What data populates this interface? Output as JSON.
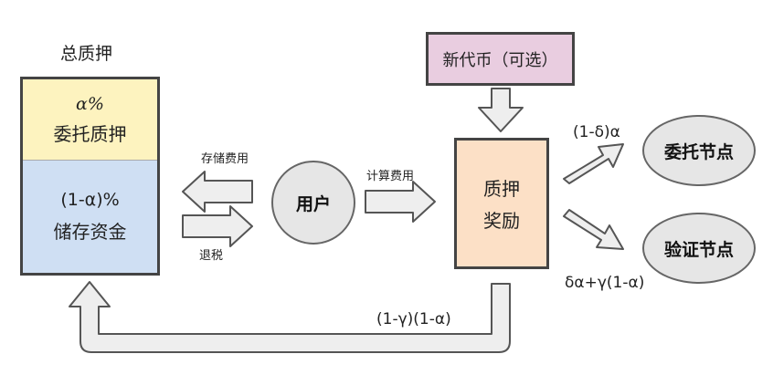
{
  "total_stake": {
    "title": "总质押"
  },
  "stake_column": {
    "delegated": {
      "percent": "α%",
      "label": "委托质押"
    },
    "storage": {
      "percent": "(1-α)%",
      "label": "储存资金"
    }
  },
  "user": {
    "label": "用户"
  },
  "labels": {
    "storage_fee": "存储费用",
    "refund": "退税",
    "compute_fee": "计算费用",
    "bottom_ratio": "(1-γ)(1-α)",
    "delegate_ratio": "(1-δ)α",
    "validator_ratio": "δα+γ(1-α)"
  },
  "new_token": {
    "label": "新代币（可选）"
  },
  "reward": {
    "line1": "质押",
    "line2": "奖励"
  },
  "delegate_node": {
    "label": "委托节点"
  },
  "validator_node": {
    "label": "验证节点"
  },
  "colors": {
    "yellow": "#fdf3bf",
    "blue": "#cfdff3",
    "peach": "#fce0c6",
    "pink": "#e9cde0",
    "circle": "#e6e6e6",
    "arrow_fill": "#eeeeee",
    "arrow_stroke": "#555555"
  }
}
